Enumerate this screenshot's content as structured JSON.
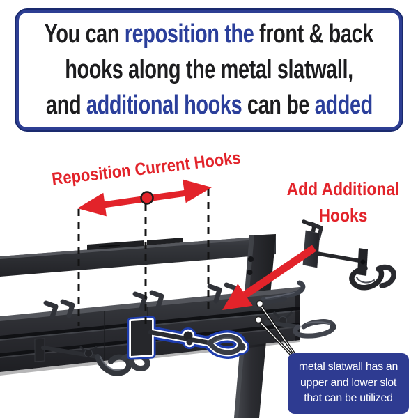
{
  "colors": {
    "accent_red": "#e2232a",
    "banner_border_blue": "#2d3e93",
    "banner_text_blue": "#2b3f9b",
    "dark_text": "#1d1d1f",
    "callout_bg": "#2e3b91",
    "highlight_outline_blue": "#1e3dae",
    "dashed_line": "#141414"
  },
  "banner": {
    "lines": [
      {
        "segments": [
          {
            "text": "You can ",
            "style": "dark"
          },
          {
            "text": "reposition the ",
            "style": "blue"
          },
          {
            "text": "front & back",
            "style": "dark"
          }
        ]
      },
      {
        "segments": [
          {
            "text": "hooks along the metal slatwall,",
            "style": "dark"
          }
        ]
      },
      {
        "segments": [
          {
            "text": "and ",
            "style": "dark"
          },
          {
            "text": "additional hooks ",
            "style": "blue"
          },
          {
            "text": "can be ",
            "style": "dark"
          },
          {
            "text": "added",
            "style": "blue"
          }
        ]
      }
    ]
  },
  "labels": {
    "reposition": "Reposition Current Hooks",
    "add_line1": "Add Additional",
    "add_line2": "Hooks"
  },
  "callout": {
    "line1": "metal slatwall has an",
    "line2": "upper and lower slot",
    "line3": "that can be utilized"
  },
  "icons": {
    "double_arrow": "red-double-headed-arrow",
    "pointer_arrow": "red-pointer-arrow",
    "dashed_guides": "dashed-position-guides",
    "leader_lines": "callout-leader-lines",
    "highlight": "blue-outline-hook-highlight"
  }
}
